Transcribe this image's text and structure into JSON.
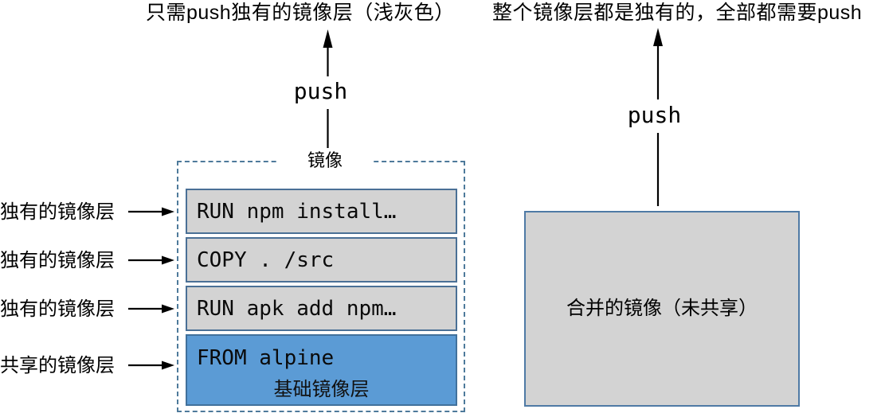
{
  "left": {
    "caption": "只需push独有的镜像层（浅灰色）",
    "push_label": "push",
    "image_title": "镜像",
    "row_labels": [
      {
        "label": "独有的镜像层"
      },
      {
        "label": "独有的镜像层"
      },
      {
        "label": "独有的镜像层"
      },
      {
        "label": "共享的镜像层"
      }
    ],
    "layers": [
      {
        "code": "RUN npm install…"
      },
      {
        "code": "COPY . /src"
      },
      {
        "code": "RUN apk add npm…"
      }
    ],
    "base_layer": {
      "code": "FROM alpine",
      "label": "基础镜像层"
    }
  },
  "right": {
    "caption": "整个镜像层都是独有的，全部都需要push",
    "push_label": "push",
    "box_label": "合并的镜像（未共享）"
  },
  "colors": {
    "unique_layer_fill": "#d3d3d3",
    "unique_layer_border": "#4a7096",
    "shared_layer_fill": "#5b9bd5",
    "shared_layer_border": "#41719c",
    "dashed_border": "#4e7a9b",
    "arrow": "#000000"
  }
}
